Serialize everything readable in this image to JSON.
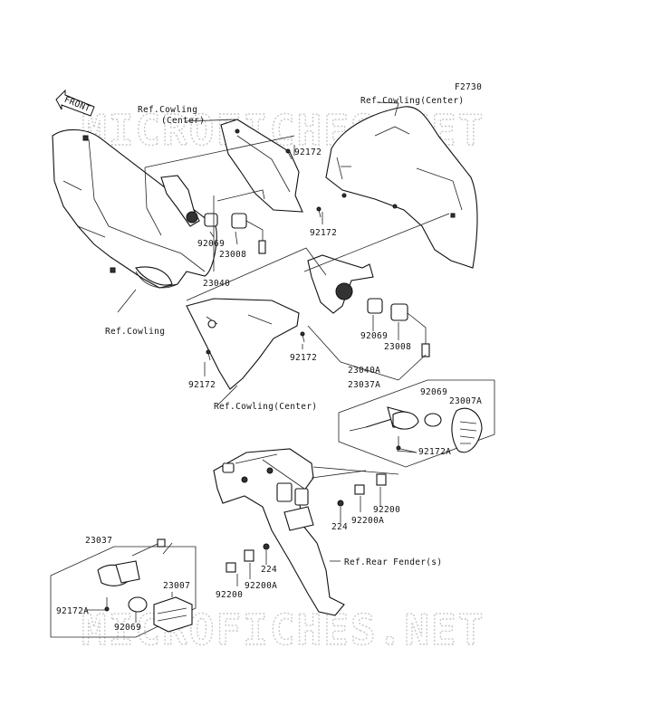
{
  "figure_code": "F2730",
  "watermark": "MICROFICHES.NET",
  "front_arrow_label": "FRONT",
  "labels": {
    "ref_cowling_center_top_line1": "Ref.Cowling",
    "ref_cowling_center_top_line2": "(Center)",
    "ref_cowling_center_right": "Ref.Cowling(Center)",
    "ref_cowling_left": "Ref.Cowling",
    "ref_cowling_center_bottom": "Ref.Cowling(Center)",
    "ref_rear_fender": "Ref.Rear Fender(s)"
  },
  "part_numbers": {
    "p92172_a": "92172",
    "p92172_b": "92172",
    "p92172_c": "92172",
    "p92172_d": "92172",
    "p92069_a": "92069",
    "p23008_a": "23008",
    "p23040": "23040",
    "p92069_b": "92069",
    "p23008_b": "23008",
    "p23040A": "23040A",
    "p23037A": "23037A",
    "p92069_c": "92069",
    "p23007A": "23007A",
    "p92172A_a": "92172A",
    "p92200_a": "92200",
    "p224_a": "224",
    "p92200A_a": "92200A",
    "p23037": "23037",
    "p23007": "23007",
    "p92172A_b": "92172A",
    "p92069_d": "92069",
    "p224_b": "224",
    "p92200A_b": "92200A",
    "p92200_b": "92200"
  }
}
